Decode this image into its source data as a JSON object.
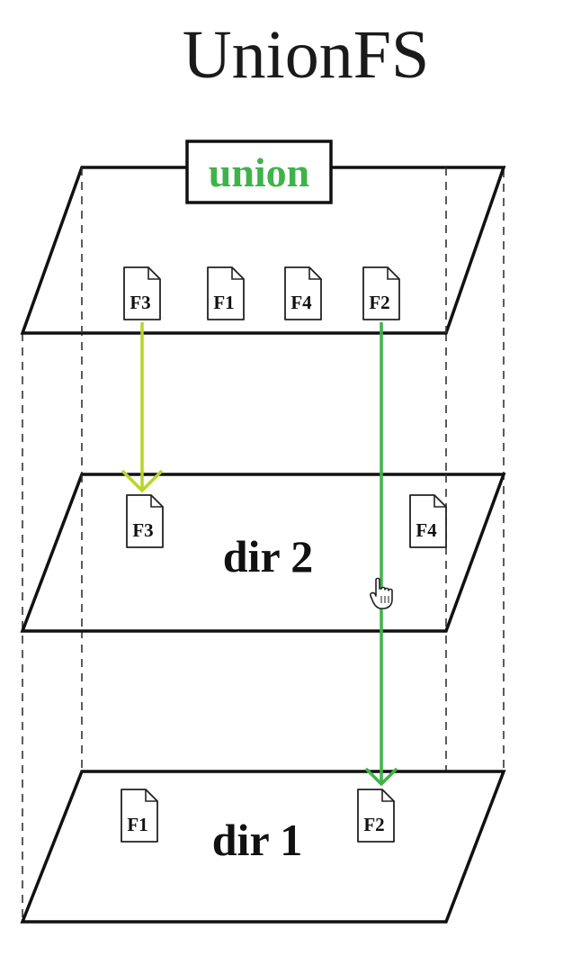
{
  "diagram": {
    "title": "UnionFS",
    "colors": {
      "union_label": "#3fb24a",
      "arrow_f3": "#b8d42a",
      "arrow_f2": "#3fb24a",
      "plane_stroke": "#111111"
    },
    "layers": {
      "union": {
        "label": "union",
        "files": [
          "F3",
          "F1",
          "F4",
          "F2"
        ]
      },
      "dir2": {
        "label": "dir 2",
        "files": [
          "F3",
          "F4"
        ]
      },
      "dir1": {
        "label": "dir 1",
        "files": [
          "F1",
          "F2"
        ]
      }
    },
    "arrows": [
      {
        "file": "F3",
        "from": "union",
        "to": "dir 2"
      },
      {
        "file": "F2",
        "from": "union",
        "to": "dir 1"
      }
    ],
    "cursor_icon": "hand-pointer-icon"
  }
}
